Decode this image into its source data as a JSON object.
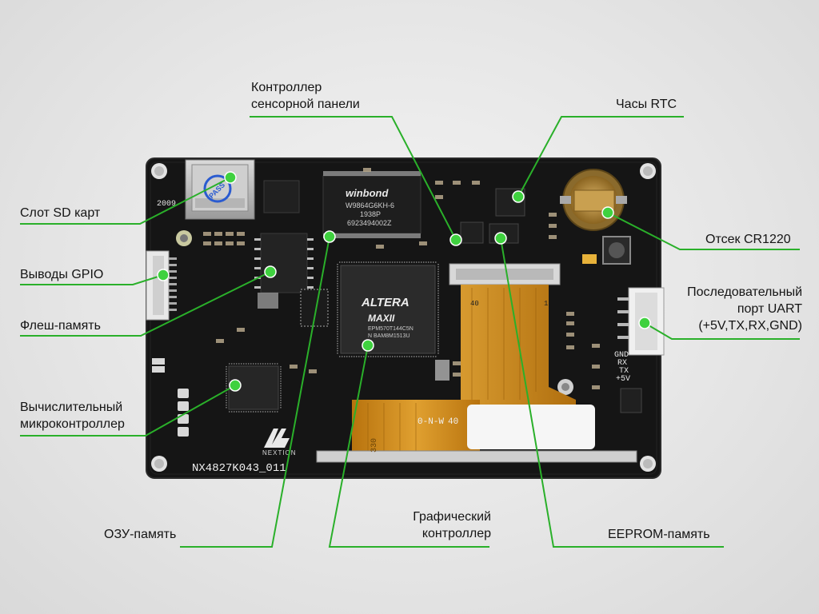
{
  "labels": {
    "touch_controller": "Контроллер\nсенсорной панели",
    "rtc": "Часы RTC",
    "sd_slot": "Слот SD карт",
    "cr1220": "Отсек CR1220",
    "gpio": "Выводы GPIO",
    "uart": "Последовательный\nпорт UART\n(+5V,TX,RX,GND)",
    "flash": "Флеш-память",
    "mcu": "Вычислительный\nмикроконтроллер",
    "ram": "ОЗУ-память",
    "gpu": "Графический\nконтроллер",
    "eeprom": "EEPROM-память"
  },
  "board": {
    "model": "NX4827K043_011",
    "brand": "NEXTION",
    "winbond_brand": "winbond",
    "winbond_line1": "W9864G6KH-6",
    "winbond_line2": "1938P",
    "winbond_line3": "6923494002Z",
    "altera_brand": "ALTERA",
    "max_logo": "MAXII",
    "altera_line1": "EPM570T144C5N",
    "altera_line2": "N BAM8M1513U",
    "uart_pins": [
      "GND",
      "RX",
      "TX",
      "+5V"
    ],
    "num_40": "40",
    "num_1": "1",
    "num_330": "330",
    "sd_pass": "PASS",
    "date_code": "2009",
    "flex_code": "0-N-W",
    "flex_code2": "40"
  },
  "colors": {
    "leader": "#2ab02a",
    "dot": "#3fd13f",
    "pcb": "#141414",
    "flex": "#c88a1a"
  }
}
